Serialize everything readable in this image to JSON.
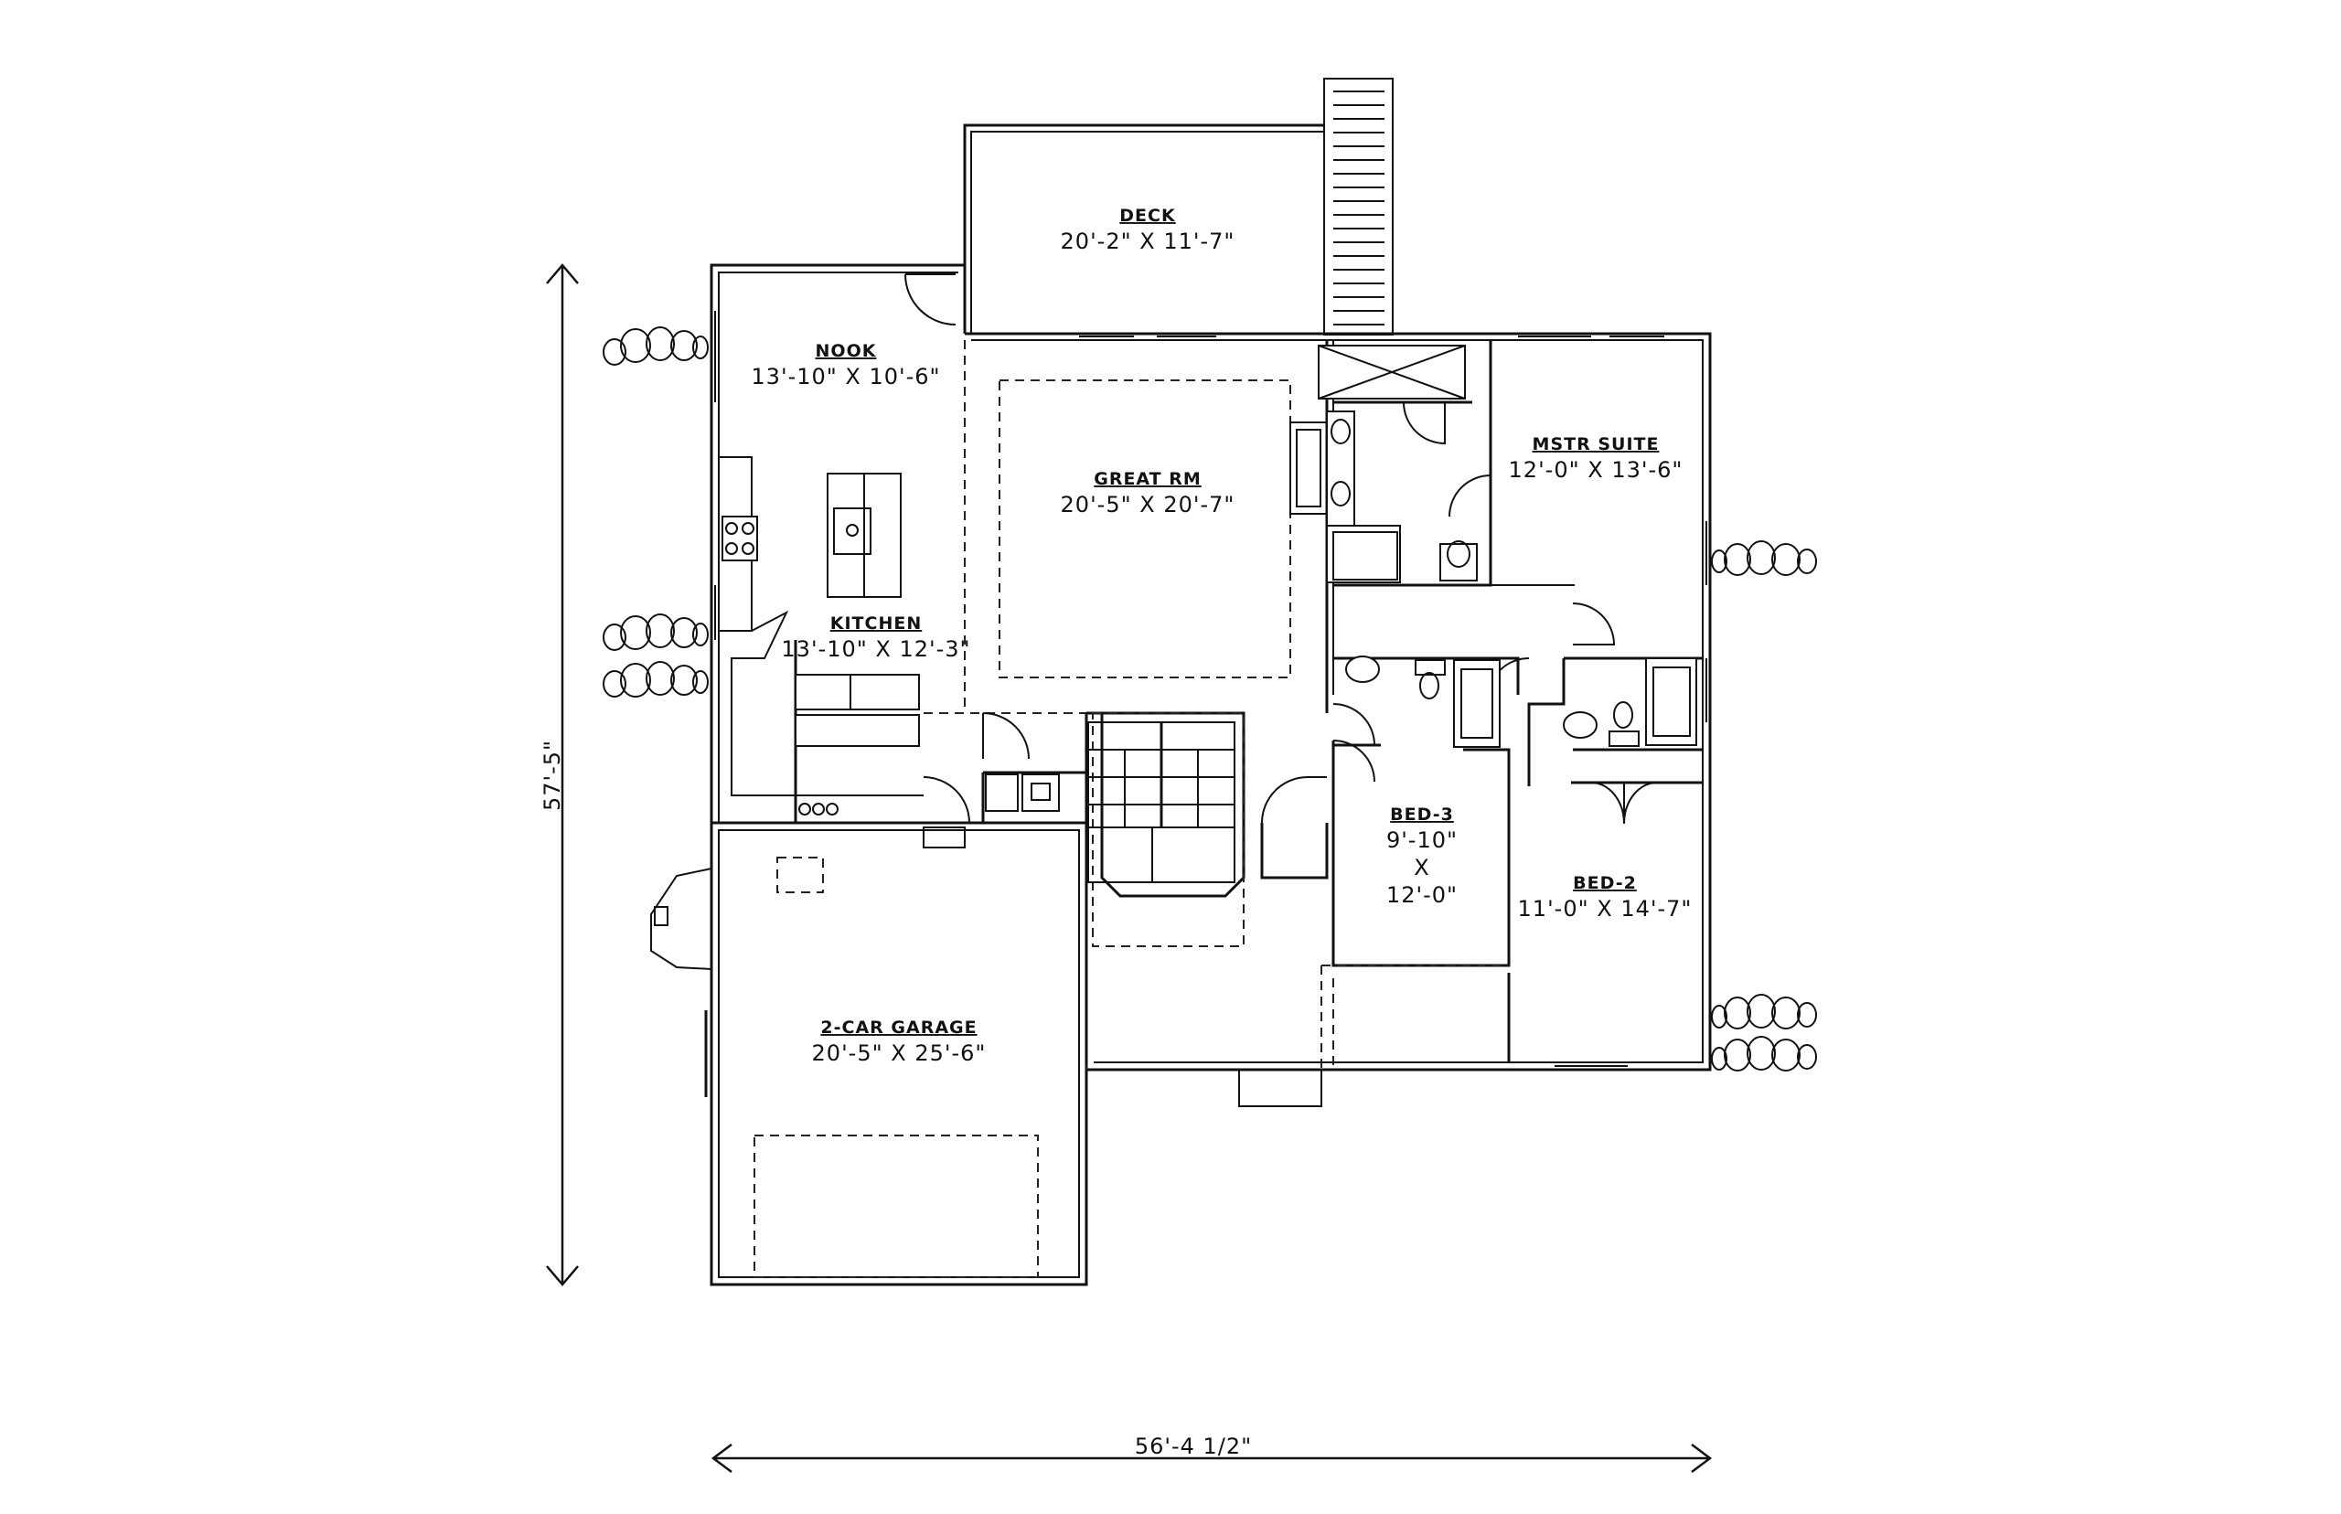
{
  "rooms": {
    "deck": {
      "name": "DECK",
      "size": "20'-2\" X 11'-7\""
    },
    "nook": {
      "name": "NOOK",
      "size": "13'-10\" X 10'-6\""
    },
    "great_rm": {
      "name": "GREAT RM",
      "size": "20'-5\" X 20'-7\""
    },
    "mstr_suite": {
      "name": "MSTR SUITE",
      "size": "12'-0\" X 13'-6\""
    },
    "kitchen": {
      "name": "KITCHEN",
      "size": "13'-10\" X 12'-3\""
    },
    "bed3": {
      "name": "BED-3",
      "size_w": "9'-10\"",
      "size_x": "X",
      "size_d": "12'-0\""
    },
    "bed2": {
      "name": "BED-2",
      "size": "11'-0\" X 14'-7\""
    },
    "garage": {
      "name": "2-CAR GARAGE",
      "size": "20'-5\" X 25'-6\""
    }
  },
  "dimensions": {
    "overall_width": "56'-4 1/2\"",
    "overall_depth": "57'-5\""
  }
}
